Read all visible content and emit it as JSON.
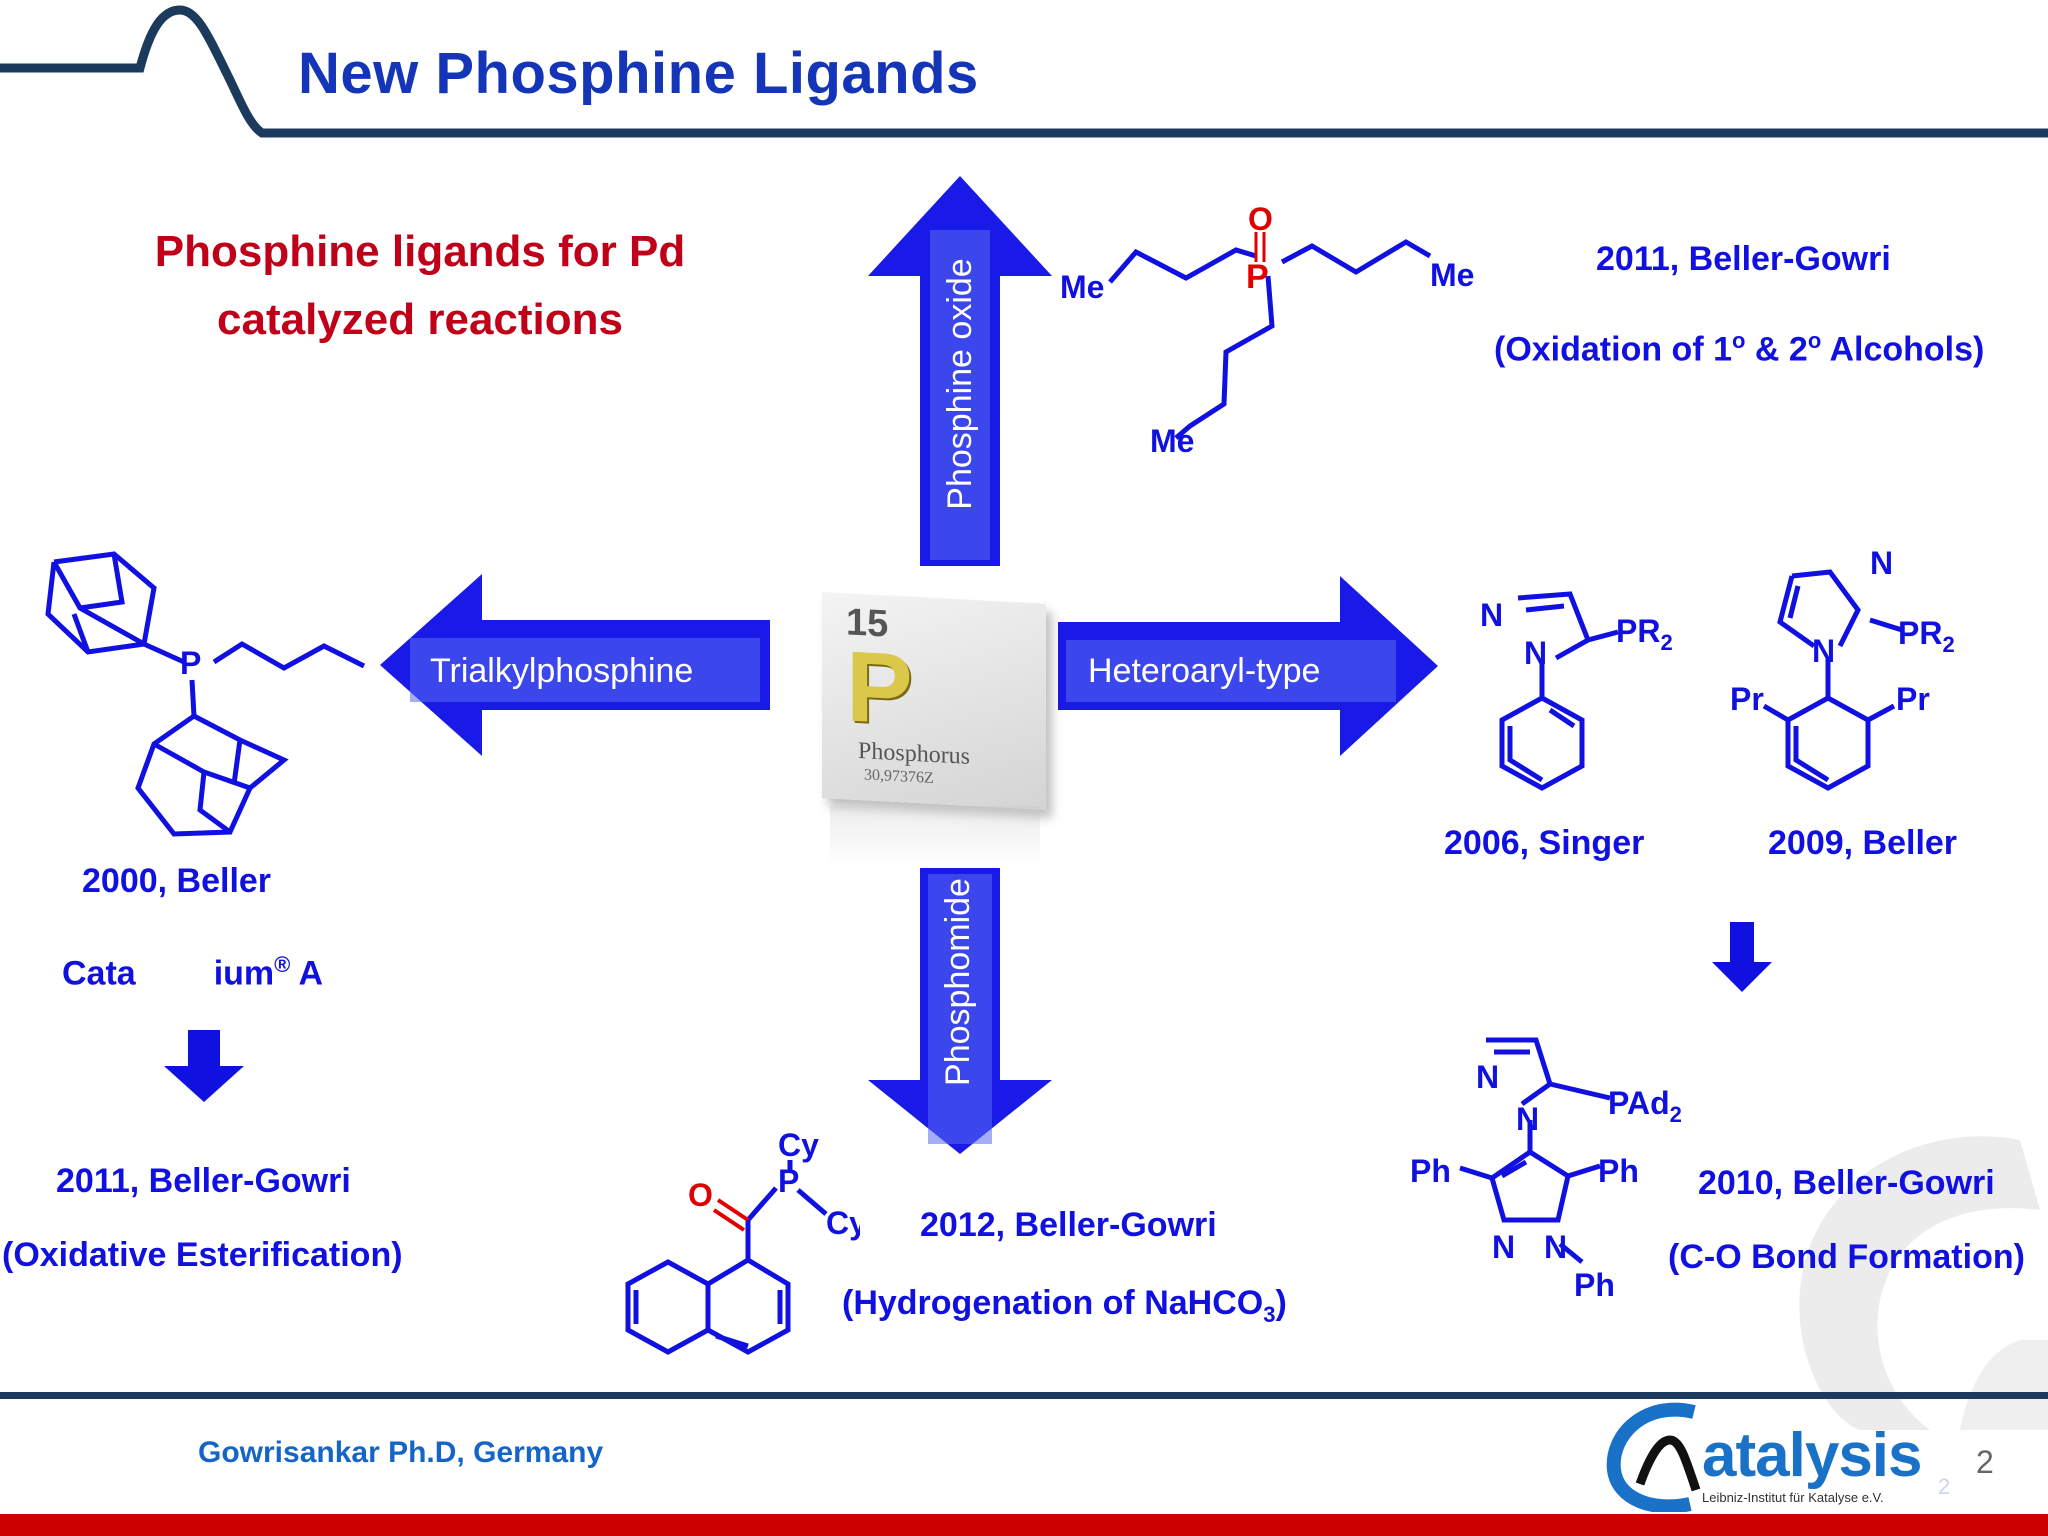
{
  "header": {
    "title": "New Phosphine Ligands"
  },
  "subtitle": {
    "line1": "Phosphine ligands for Pd",
    "line2": "catalyzed reactions"
  },
  "arrows": {
    "up": "Phosphine oxide",
    "left": "Trialkylphosphine",
    "right": "Heteroaryl-type",
    "down": "Phosphomide"
  },
  "element_tile": {
    "number": "15",
    "symbol": "P",
    "name": "Phosphorus",
    "mass": "30,97376Z"
  },
  "phosphine_oxide": {
    "citation": "2011, Beller-Gowri",
    "reaction": {
      "prefix": "(Oxidation of 1",
      "sup1": "o",
      "middle": " & 2",
      "sup2": "o",
      "suffix": " Alcohols)"
    },
    "atoms": {
      "me1": "Me",
      "me2": "Me",
      "me3": "Me",
      "p": "P",
      "o": "O"
    }
  },
  "trialkyl": {
    "citation": "2000, Beller",
    "product_prefix": "Cata",
    "product_suffix": "ium",
    "product_reg": "®",
    "product_letter": " A",
    "citation2": "2011, Beller-Gowri",
    "reaction2": "(Oxidative Esterification)",
    "atoms": {
      "p": "P"
    }
  },
  "heteroaryl": {
    "singer": "2006, Singer",
    "beller": "2009, Beller",
    "citation2": "2010, Beller-Gowri",
    "reaction2": "(C-O Bond Formation)",
    "atoms": {
      "n": "N",
      "pr2": "PR",
      "sub2": "2",
      "pr": "Pr",
      "pad2": "PAd",
      "ph": "Ph"
    }
  },
  "phosphomide": {
    "citation": "2012, Beller-Gowri",
    "reaction_prefix": "(Hydrogenation of NaHCO",
    "reaction_sub": "3",
    "reaction_suffix": ")",
    "atoms": {
      "cy": "Cy",
      "p": "P",
      "o": "O"
    }
  },
  "footer": {
    "author": "Gowrisankar Ph.D, Germany",
    "logo": "atalysis",
    "logo_sub": "Leibniz-Institut für Katalyse e.V.",
    "page": "2",
    "page_ghost": "2"
  },
  "colors": {
    "title_blue": "#1535b8",
    "subtitle_red": "#c00018",
    "chem_blue": "#1010e0",
    "arrow_blue": "#1a1ae8",
    "header_line": "#1b3a5c",
    "footer_red": "#cc0000",
    "logo_blue": "#1a72c8"
  }
}
